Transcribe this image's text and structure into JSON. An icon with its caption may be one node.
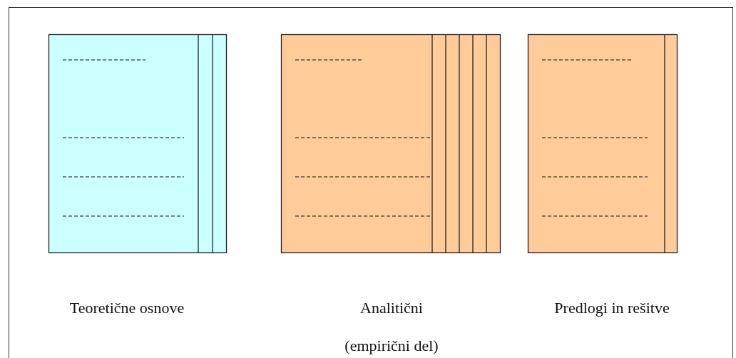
{
  "diagram": {
    "nodes": [
      {
        "text": [],
        "shape": "box",
        "beside": [
          "Teoretične osnove"
        ]
      },
      {
        "text": [],
        "shape": "box",
        "beside": [
          "Analitični",
          "(empirični del)"
        ]
      },
      {
        "text": [],
        "shape": "box",
        "beside": [
          "Predlogi in rešitve"
        ]
      }
    ]
  }
}
